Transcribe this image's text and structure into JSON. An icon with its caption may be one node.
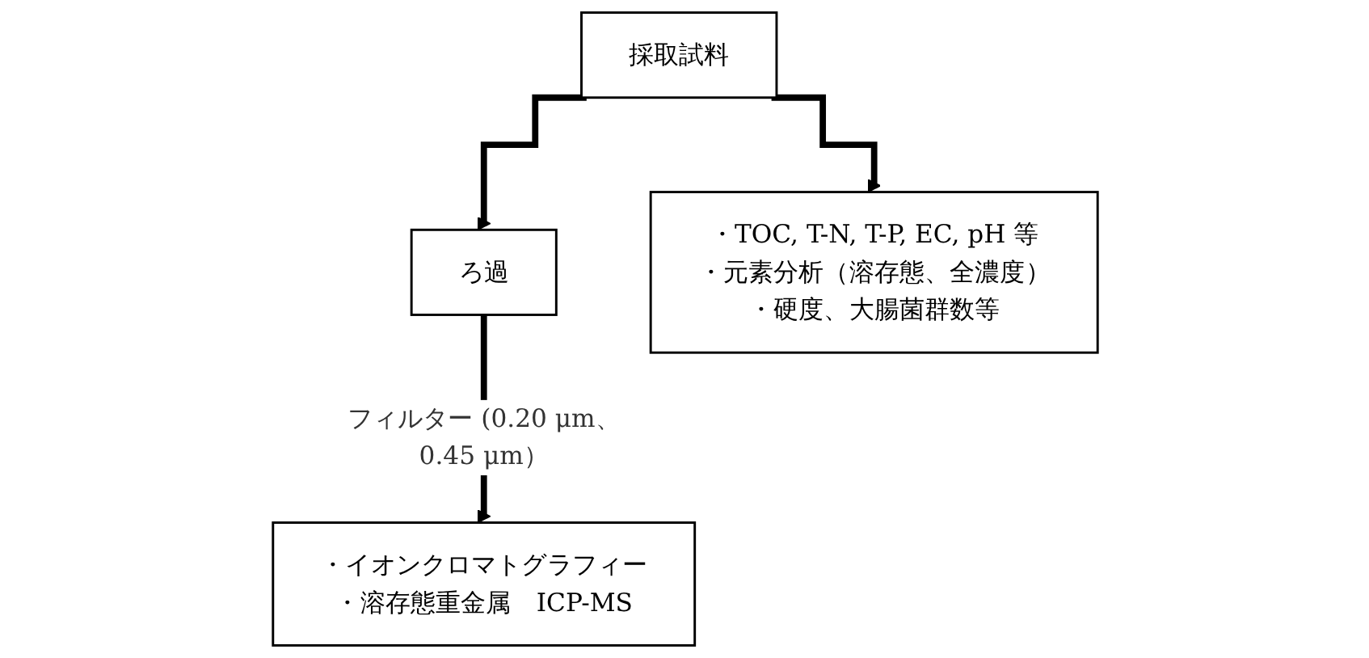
{
  "diagram": {
    "nodes": [
      {
        "text": [
          "採取試料"
        ]
      },
      {
        "text": [
          "ろ過"
        ]
      },
      {
        "text": [
          "・TOC, T-N, T-P, EC, pH 等",
          "・元素分析（溶存態、全濃度）",
          "・硬度、大腸菌群数等"
        ]
      },
      {
        "text": [
          "・イオンクロマトグラフィー",
          "・溶存態重金属　ICP-MS"
        ]
      }
    ],
    "edges": [
      {
        "from": 0,
        "to": 1,
        "arrow": "to"
      },
      {
        "from": 0,
        "to": 2,
        "arrow": "to"
      },
      {
        "from": 1,
        "to": 3,
        "arrow": "to",
        "label": "フィルター (0.20 μm、0.45 μm）"
      }
    ]
  }
}
